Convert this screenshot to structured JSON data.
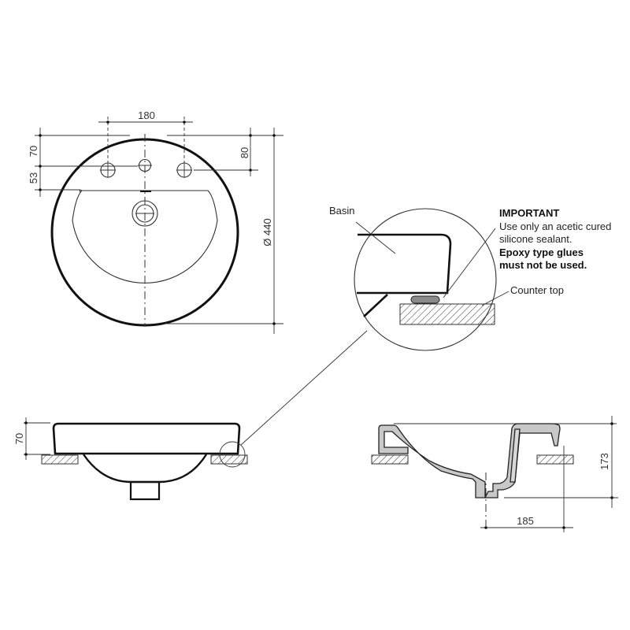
{
  "drawing": {
    "top_view": {
      "dimensions": {
        "tap_hole_spacing": "180",
        "top_to_tap_holes": "70",
        "tap_holes_to_bowl": "53",
        "top_to_side_holes": "80",
        "diameter": "Ø 440"
      }
    },
    "detail_view": {
      "basin_label": "Basin",
      "counter_top_label": "Counter top",
      "important_heading": "IMPORTANT",
      "important_line1": "Use only an acetic cured",
      "important_line2": "silicone sealant.",
      "warning_line1": "Epoxy type glues",
      "warning_line2": "must not be used."
    },
    "side_view": {
      "dimensions": {
        "rim_height": "70"
      }
    },
    "section_view": {
      "dimensions": {
        "overall_height": "173",
        "waste_offset": "185"
      }
    }
  },
  "colors": {
    "line": "#111111",
    "dimension_line": "#333333",
    "section_fill": "#c8c8c8",
    "sealant_fill": "#8a8a8a",
    "background": "#ffffff"
  }
}
